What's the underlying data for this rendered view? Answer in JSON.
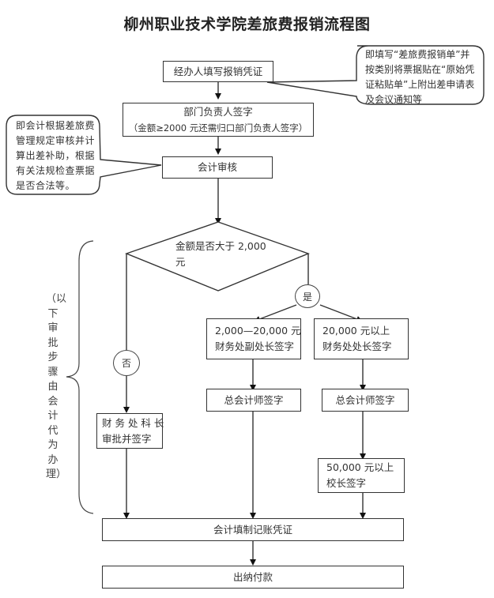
{
  "title": "柳州职业技术学院差旅费报销流程图",
  "steps": {
    "fill_voucher": "经办人填写报销凭证",
    "dept_head": [
      "部门负责人签字",
      "（金额≥2000 元还需归口部门负责人签字）"
    ],
    "accounting_review": "会计审核",
    "decision": [
      "金额是否大于  2,000",
      "元"
    ],
    "yes_label": "是",
    "no_label": "否",
    "section_chief": [
      "财 务 处 科 长",
      "审批并签字"
    ],
    "deputy_director": [
      "2,000—20,000 元",
      "财务处副处长签字"
    ],
    "director": [
      "20,000 元以上",
      "财务处处长签字"
    ],
    "chief_accountant_1": "总会计师签字",
    "chief_accountant_2": "总会计师签字",
    "president": [
      "50,000 元以上",
      "校长签字"
    ],
    "bookkeeping": "会计填制记账凭证",
    "cashier_payment": "出纳付款"
  },
  "callouts": {
    "fill_note": [
      "即填写“差旅费报销单”并",
      "按类别将票据贴在“原始凭",
      "证粘贴单”上附出差申请表",
      "及会议通知等"
    ],
    "review_note": [
      "即会计根据差旅费",
      "管理规定审核并计",
      "算出差补助，根据",
      "有关法规检查票据",
      "是否合法等。"
    ]
  },
  "side_note": "（以下审批步骤由会计代为办理）"
}
